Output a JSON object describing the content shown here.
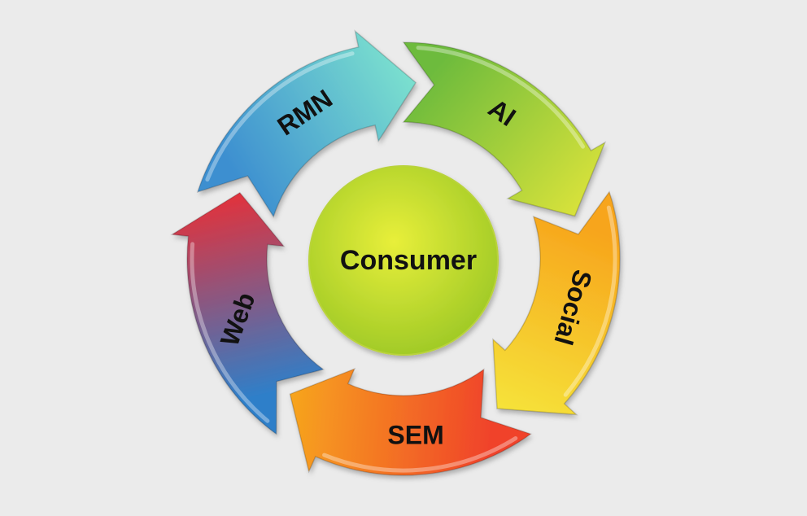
{
  "center": {
    "label": "Consumer",
    "color_light": "#e8ef3a",
    "color_dark": "#9cc826"
  },
  "segments": [
    {
      "label": "RMN",
      "color_start": "#3d8fd0",
      "color_end": "#7be0cf",
      "icon": "arrow-clockwise"
    },
    {
      "label": "AI",
      "color_start": "#6dbb3c",
      "color_end": "#d8e23a",
      "icon": "arrow-clockwise"
    },
    {
      "label": "Social",
      "color_start": "#f7a51c",
      "color_end": "#f6e33a",
      "icon": "arrow-clockwise"
    },
    {
      "label": "SEM",
      "color_start": "#f0432a",
      "color_end": "#f7a51e",
      "icon": "arrow-clockwise"
    },
    {
      "label": "Web",
      "color_start": "#2e7fc9",
      "color_end": "#e2323c",
      "icon": "arrow-clockwise"
    }
  ],
  "background_color": "#ebebeb"
}
